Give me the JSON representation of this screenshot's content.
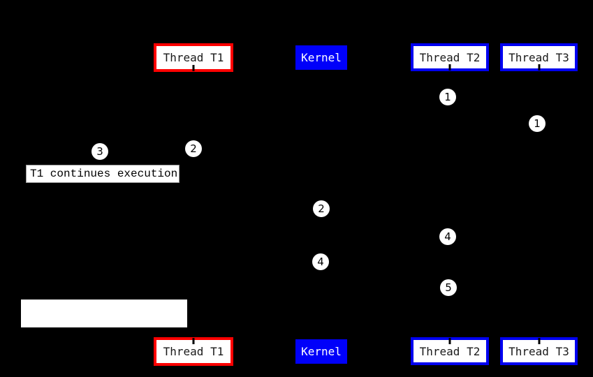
{
  "diagram": {
    "kind": "thread-scheduling-sequence-diagram",
    "background": "#000000"
  },
  "colors": {
    "thread_t1_border": "#ff0000",
    "thread_t2_t3_border": "#0000f0",
    "kernel_bg": "#0000fa",
    "kernel_text": "#ffffff",
    "actor_bg": "#ffffff",
    "actor_text": "#1a1a1a",
    "marker_bg": "#ffffff",
    "marker_text": "#000000"
  },
  "actors": [
    {
      "id": "thread-t1",
      "label": "Thread T1"
    },
    {
      "id": "kernel",
      "label": "Kernel"
    },
    {
      "id": "thread-t2",
      "label": "Thread T2"
    },
    {
      "id": "thread-t3",
      "label": "Thread T3"
    }
  ],
  "annotations": {
    "t1_continues": "T1 continues execution",
    "blank_note": ""
  },
  "markers": [
    {
      "label": "1"
    },
    {
      "label": "1"
    },
    {
      "label": "2"
    },
    {
      "label": "3"
    },
    {
      "label": "2"
    },
    {
      "label": "4"
    },
    {
      "label": "4"
    },
    {
      "label": "5"
    }
  ]
}
